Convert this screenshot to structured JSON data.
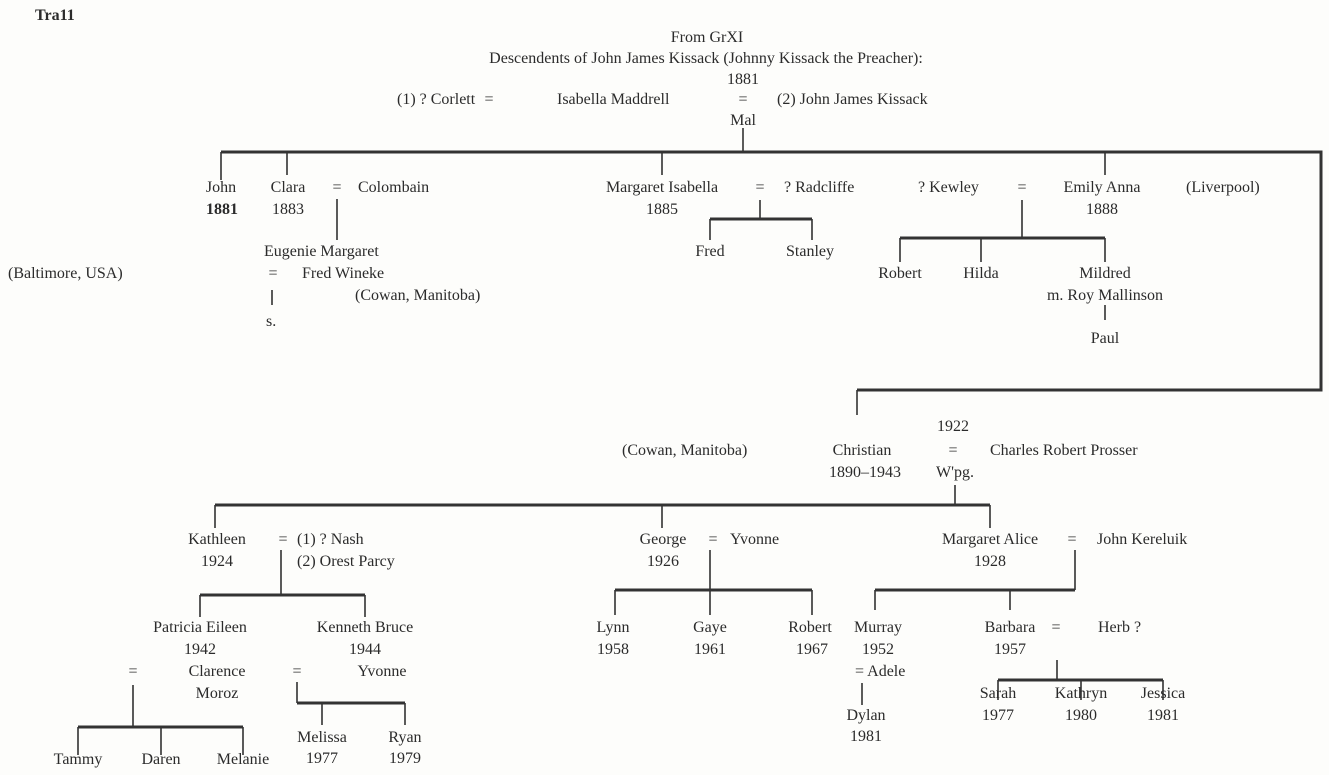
{
  "header": {
    "code": "Tra11",
    "source": "From GrXI",
    "title": "Descendents of John James Kissack (Johnny Kissack the Preacher):",
    "marriage_year": "1881",
    "first_spouse": "(1) ? Corlett",
    "eq": "=",
    "wife": "Isabella Maddrell",
    "second_spouse": "(2) John James Kissack",
    "place": "Mal"
  },
  "gen1": {
    "john": {
      "name": "John",
      "year": "1881",
      "place": "(Baltimore, USA)"
    },
    "clara": {
      "name": "Clara",
      "year": "1883",
      "spouse": "Colombain",
      "child": {
        "name": "Eugenie Margaret",
        "spouse": "Fred Wineke",
        "place": "(Cowan, Manitoba)",
        "child": "s."
      }
    },
    "margaret_isabella": {
      "name": "Margaret Isabella",
      "year": "1885",
      "spouse": "? Radcliffe",
      "children": [
        "Fred",
        "Stanley"
      ]
    },
    "emily_anna": {
      "name": "Emily Anna",
      "year": "1888",
      "spouse": "? Kewley",
      "place": "(Liverpool)",
      "children": [
        "Robert",
        "Hilda",
        "Mildred"
      ],
      "mildred_spouse": "m. Roy Mallinson",
      "mildred_child": "Paul"
    },
    "christian": {
      "name": "Christian",
      "years": "1890–1943",
      "place": "(Cowan, Manitoba)",
      "marriage_year": "1922",
      "marriage_place": "W'pg.",
      "spouse": "Charles Robert Prosser"
    }
  },
  "gen2": {
    "kathleen": {
      "name": "Kathleen",
      "year": "1924",
      "spouse1": "(1) ? Nash",
      "spouse2": "(2) Orest Parcy"
    },
    "patricia": {
      "name": "Patricia Eileen",
      "year": "1942",
      "spouse1": "Clarence",
      "spouse2": "Moroz",
      "children": [
        "Tammy",
        "Daren",
        "Melanie"
      ]
    },
    "kenneth": {
      "name": "Kenneth Bruce",
      "year": "1944",
      "spouse": "Yvonne",
      "children": [
        {
          "name": "Melissa",
          "year": "1977"
        },
        {
          "name": "Ryan",
          "year": "1979"
        }
      ]
    },
    "george": {
      "name": "George",
      "year": "1926",
      "spouse": "Yvonne",
      "children": [
        {
          "name": "Lynn",
          "year": "1958"
        },
        {
          "name": "Gaye",
          "year": "1961"
        },
        {
          "name": "Robert",
          "year": "1967"
        }
      ]
    },
    "margaret_alice": {
      "name": "Margaret Alice",
      "year": "1928",
      "spouse": "John Kereluik"
    },
    "murray": {
      "name": "Murray",
      "year": "1952",
      "spouse": "= Adele",
      "child": {
        "name": "Dylan",
        "year": "1981"
      }
    },
    "barbara": {
      "name": "Barbara",
      "year": "1957",
      "spouse": "Herb ?",
      "children": [
        {
          "name": "Sarah",
          "year": "1977"
        },
        {
          "name": "Kathryn",
          "year": "1980"
        },
        {
          "name": "Jessica",
          "year": "1981"
        }
      ]
    }
  }
}
